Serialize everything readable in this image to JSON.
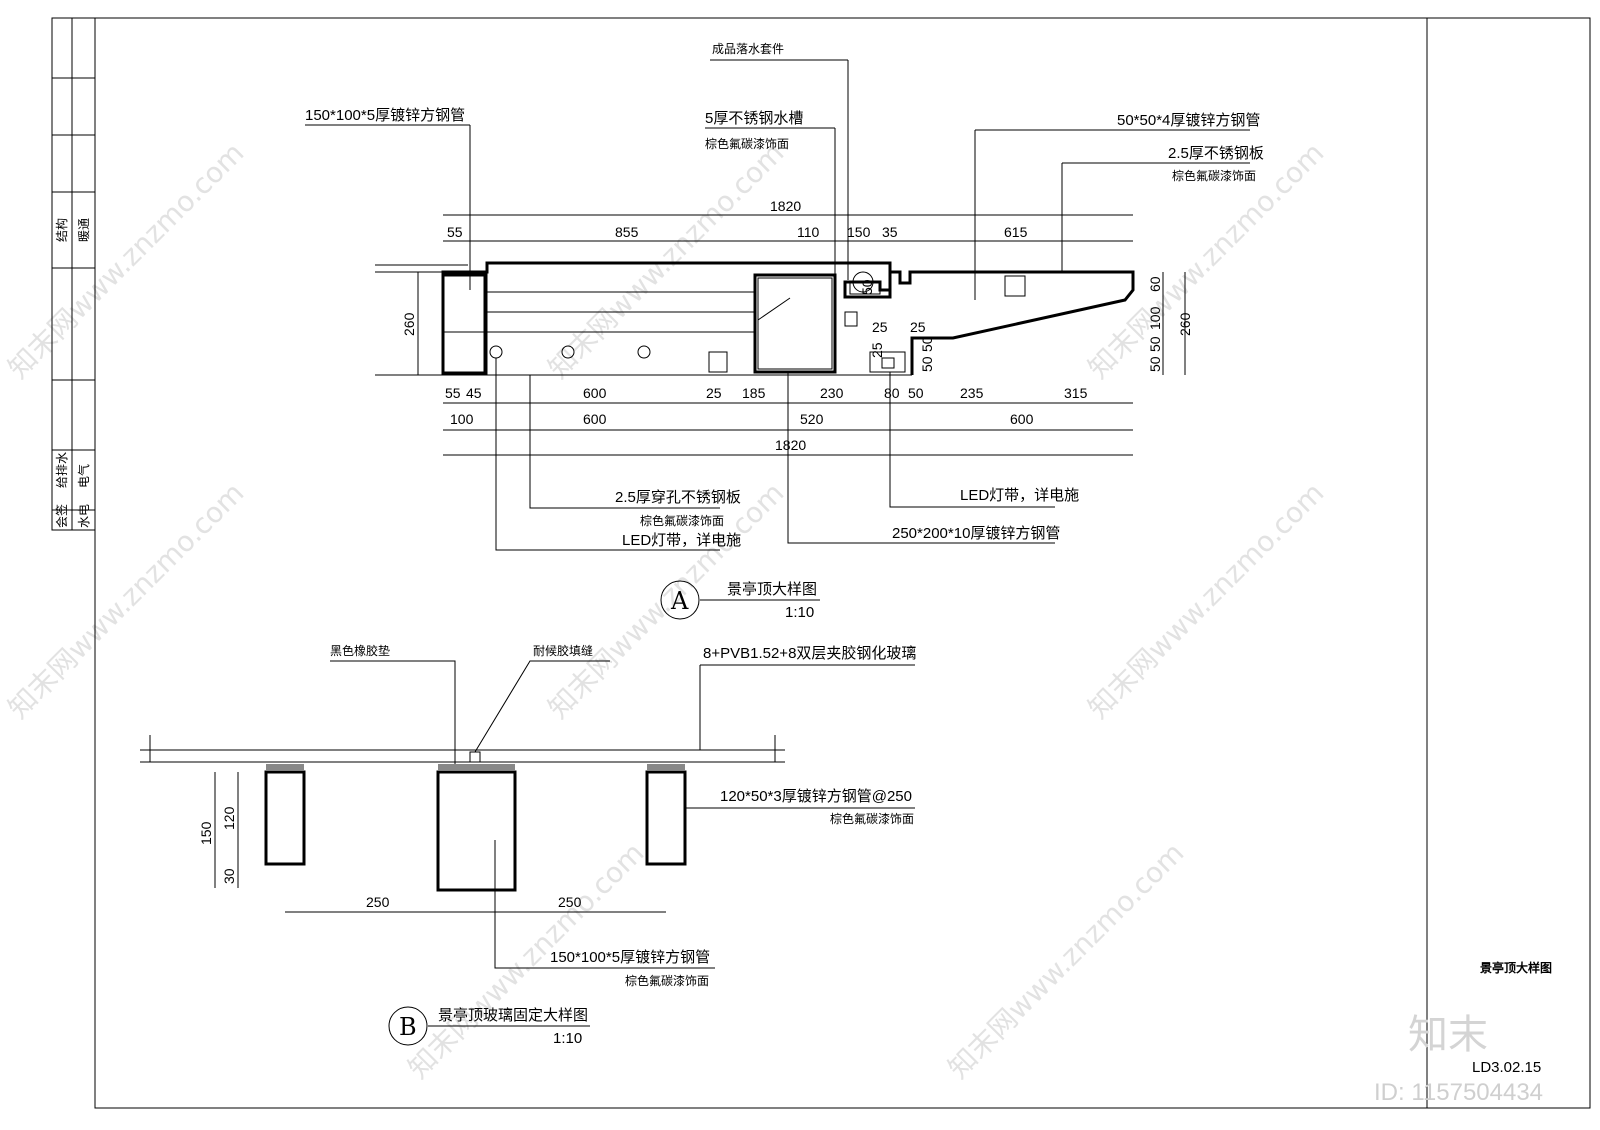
{
  "sidebar": {
    "cell1": "结构",
    "cell2": "暖通",
    "cell3": "给排水",
    "cell4": "电气",
    "cell5": "会签",
    "cell6": "水电"
  },
  "titleblock": {
    "drawing_name": "景亭顶大样图",
    "sheet_no": "LD3.02.15",
    "logo_text": "知末",
    "id_text": "ID: 1157504434"
  },
  "detailA": {
    "marker": "A",
    "title": "景亭顶大样图",
    "scale": "1:10",
    "labels": {
      "drain_kit": "成品落水套件",
      "square_tube_150": "150*100*5厚镀锌方钢管",
      "gutter": "5厚不锈钢水槽",
      "gutter_finish": "棕色氟碳漆饰面",
      "square_tube_50": "50*50*4厚镀锌方钢管",
      "plate_25": "2.5厚不锈钢板",
      "plate_25_finish": "棕色氟碳漆饰面",
      "perforated": "2.5厚穿孔不锈钢板",
      "perforated_finish": "棕色氟碳漆饰面",
      "led_left": "LED灯带，详电施",
      "led_right": "LED灯带，详电施",
      "square_tube_250": "250*200*10厚镀锌方钢管"
    },
    "dims_top": [
      "1820",
      "55",
      "855",
      "110",
      "150",
      "35",
      "615"
    ],
    "dims_bottom1": [
      "55",
      "45",
      "600",
      "25",
      "185",
      "230",
      "80",
      "50",
      "235",
      "315"
    ],
    "dims_bottom2": [
      "100",
      "600",
      "520",
      "600"
    ],
    "dims_bottom3": [
      "1820"
    ],
    "dims_side": [
      "260",
      "260",
      "60",
      "100",
      "50",
      "50",
      "50",
      "50",
      "25",
      "25",
      "25",
      "50"
    ]
  },
  "detailB": {
    "marker": "B",
    "title": "景亭顶玻璃固定大样图",
    "scale": "1:10",
    "labels": {
      "rubber": "黑色橡胶垫",
      "sealant": "耐候胶填缝",
      "glass": "8+PVB1.52+8双层夹胶钢化玻璃",
      "tube_120": "120*50*3厚镀锌方钢管@250",
      "tube_120_finish": "棕色氟碳漆饰面",
      "tube_150": "150*100*5厚镀锌方钢管",
      "tube_150_finish": "棕色氟碳漆饰面"
    },
    "dims": [
      "150",
      "120",
      "30",
      "250",
      "250"
    ]
  },
  "watermarks": [
    "知末网www.znzmo.com"
  ]
}
